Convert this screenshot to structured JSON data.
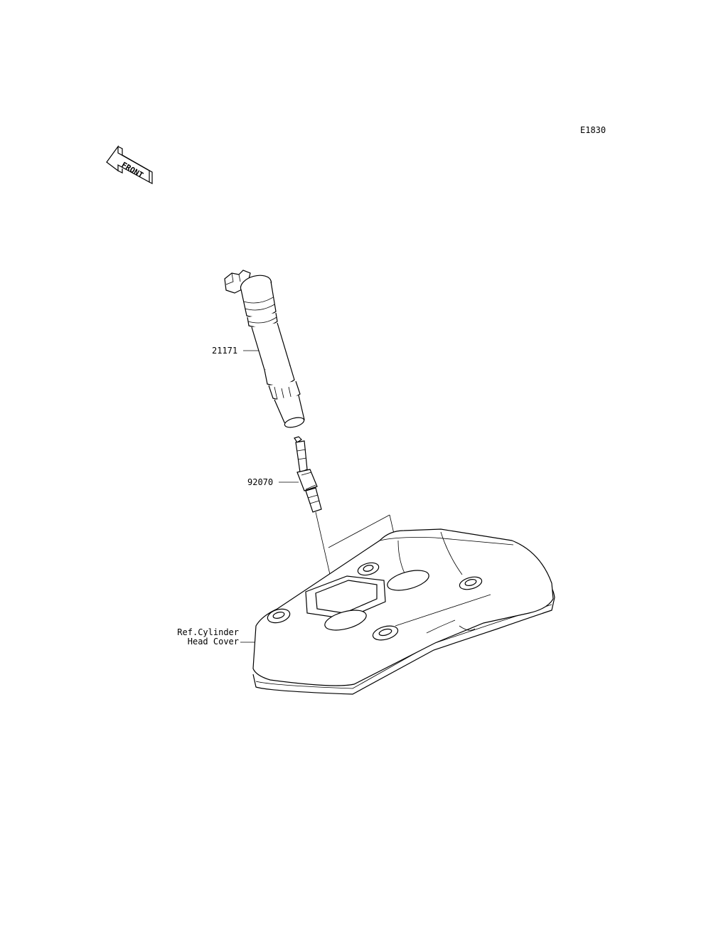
{
  "diagram_code": "E1830",
  "front_arrow": {
    "label": "FRONT"
  },
  "parts": [
    {
      "number": "21171"
    },
    {
      "number": "92070"
    }
  ],
  "reference": {
    "line1": "Ref.Cylinder",
    "line2": "Head Cover"
  }
}
